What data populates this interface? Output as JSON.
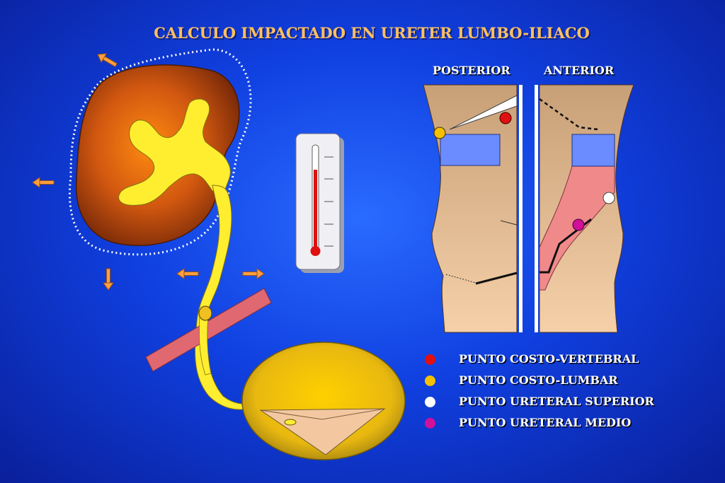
{
  "title": "CALCULO IMPACTADO EN URETER LUMBO-ILIACO",
  "views": {
    "posterior": "POSTERIOR",
    "anterior": "ANTERIOR"
  },
  "legend": [
    {
      "label": "PUNTO COSTO-VERTEBRAL",
      "color": "#e01010"
    },
    {
      "label": "PUNTO COSTO-LUMBAR",
      "color": "#f5c000"
    },
    {
      "label": "PUNTO URETERAL SUPERIOR",
      "color": "#ffffff"
    },
    {
      "label": "PUNTO URETERAL MEDIO",
      "color": "#d0109a"
    }
  ],
  "colors": {
    "kidney": "#d05a10",
    "urinary_tract": "#ffee30",
    "bladder": "#f0c010",
    "iliac_bar": "#e06870",
    "skin": "#f0c8a0",
    "kidney_zone": "#6a8cff",
    "ureter_zone": "#f08a8a",
    "arrow": "#ffa040"
  },
  "icons": {
    "thermometer": "thermometer-icon"
  }
}
